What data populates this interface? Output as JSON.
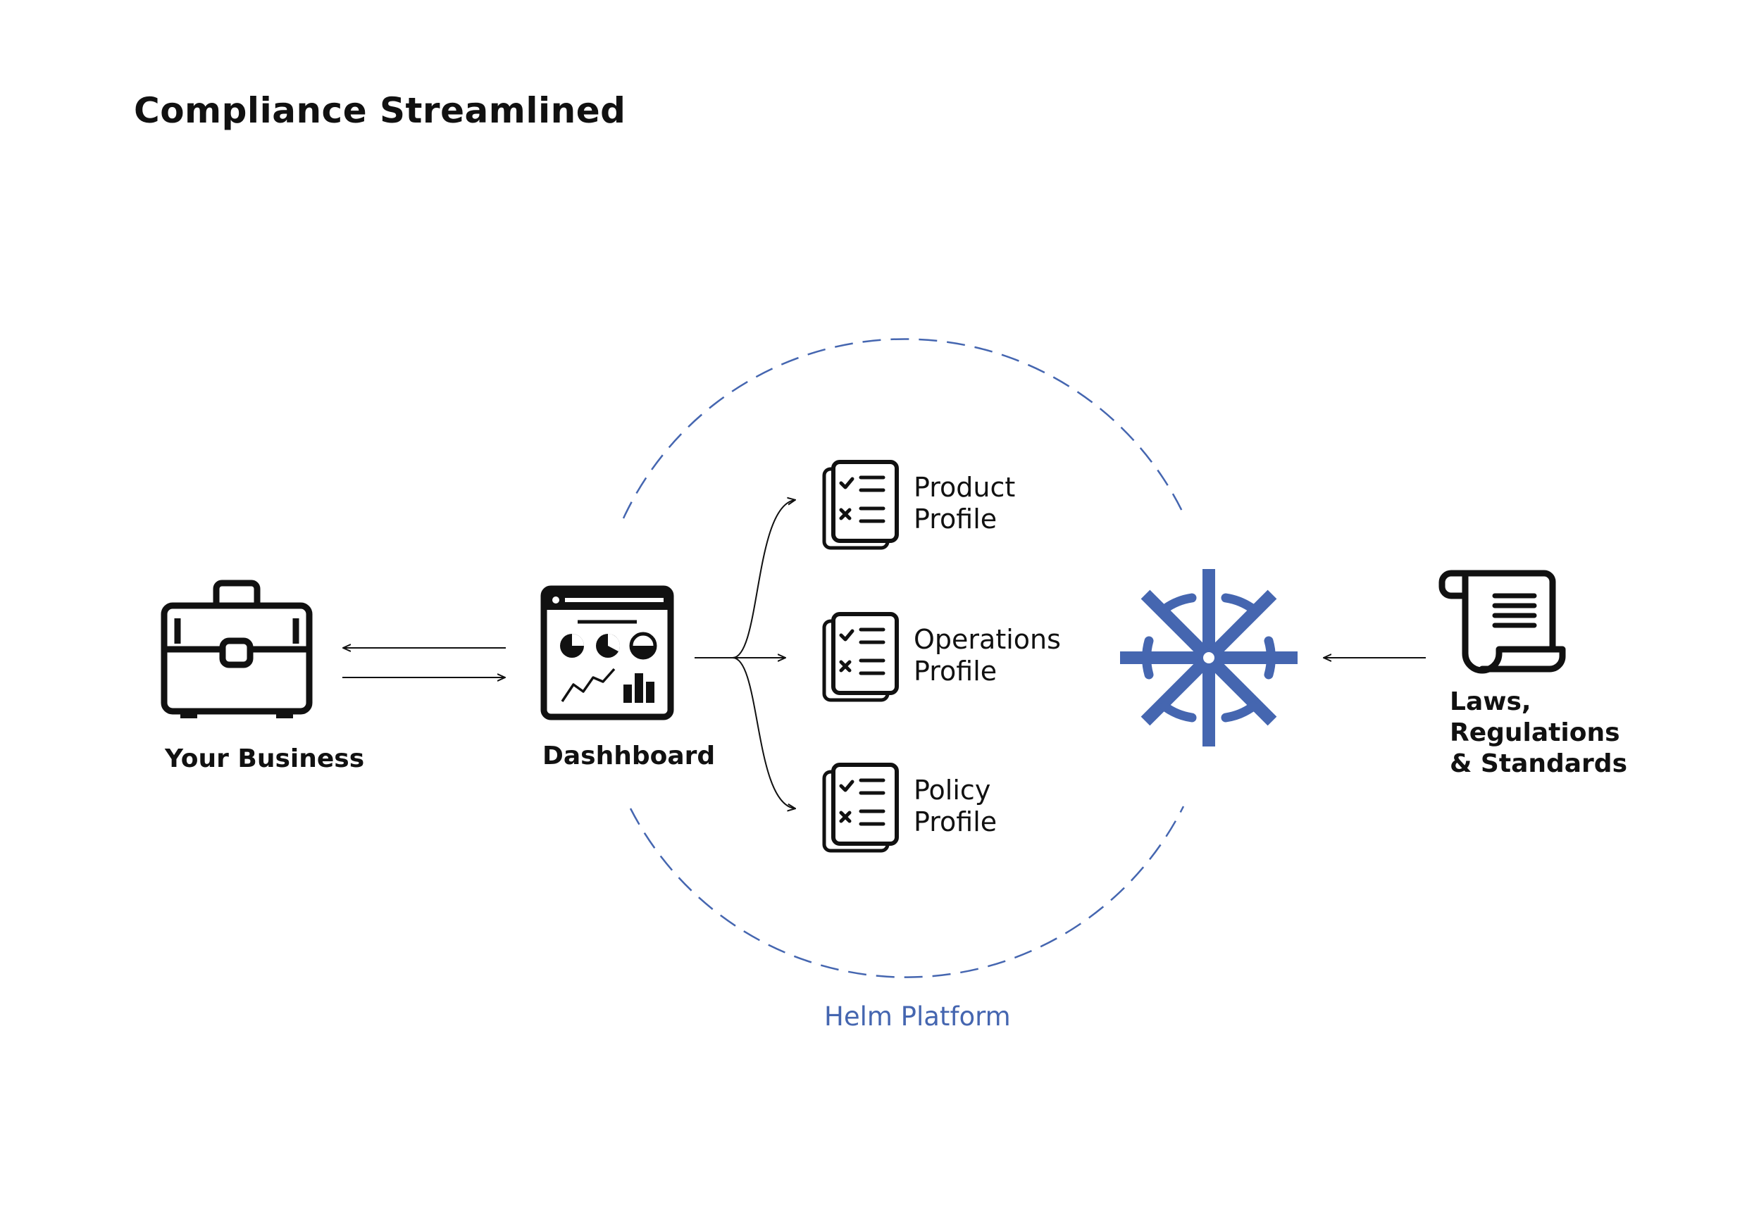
{
  "title": "Compliance Streamlined",
  "nodes": {
    "business": {
      "label": "Your Business",
      "icon": "briefcase-icon"
    },
    "dashboard": {
      "label": "Dashhboard",
      "icon": "dashboard-icon"
    },
    "profiles": [
      {
        "lines": [
          "Product",
          "Profile"
        ],
        "icon": "checklist-icon"
      },
      {
        "lines": [
          "Operations",
          "Profile"
        ],
        "icon": "checklist-icon"
      },
      {
        "lines": [
          "Policy",
          "Profile"
        ],
        "icon": "checklist-icon"
      }
    ],
    "helm": {
      "icon": "helm-wheel-icon"
    },
    "laws": {
      "lines": [
        "Laws,",
        "Regulations",
        "& Standards"
      ],
      "icon": "scroll-icon"
    }
  },
  "platform": {
    "label": "Helm Platform"
  },
  "colors": {
    "accent": "#4566b0",
    "ink": "#111111",
    "background": "#ffffff"
  }
}
